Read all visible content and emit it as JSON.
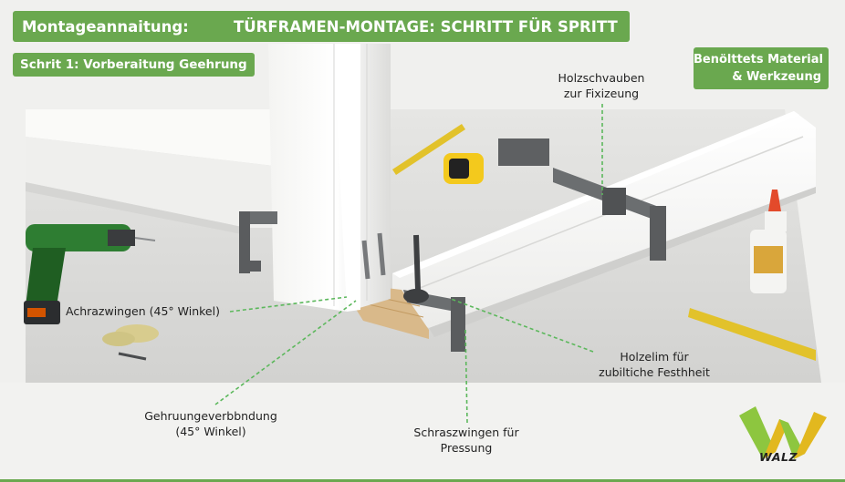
{
  "header": {
    "title_left": "Montageannaitung:",
    "title_right": "TÜRFRAMEN-MONTAGE: SCHRITT FÜR SPRITT"
  },
  "step_label": "Schrit 1: Vorberaitung Geehrung",
  "materials": {
    "line1": "Benölttets Material",
    "line2": "& Werkzeung"
  },
  "callouts": {
    "screws": [
      "Holzschvauben",
      "zur Fixizeung"
    ],
    "corner_clamps": [
      "Achrazwingen (45° Winkel)"
    ],
    "glue": [
      "Holzelim für",
      "zubiltiche Festhheit"
    ],
    "miter_joint": [
      "Gehruungeverbbndung",
      "(45° Winkel)"
    ],
    "screw_clamps": [
      "Schraszwingen für",
      "Pressung"
    ]
  },
  "logo": {
    "text": "WALZ"
  },
  "colors": {
    "accent": "#6aa84f",
    "callout_line": "#5cb85c",
    "floor": "#dcdcda",
    "board": "#f7f7f5",
    "wood": "#d9b98a",
    "clamp": "#6b6e70",
    "logo_green": "#8dc63f",
    "logo_yellow": "#e2b81f"
  },
  "icons": [
    "drill-icon",
    "glue-bottle-icon",
    "tape-measure-icon",
    "clamp-icon",
    "screw-icon",
    "logo-mark-icon"
  ]
}
